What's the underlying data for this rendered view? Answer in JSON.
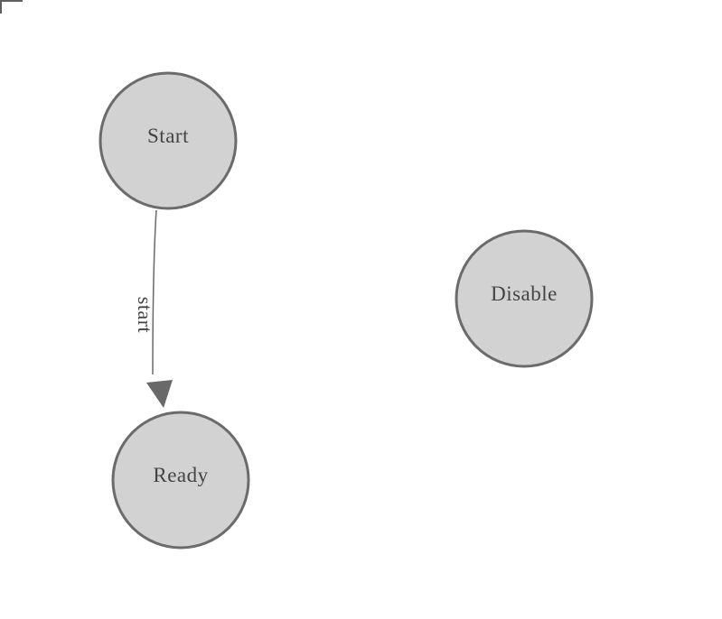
{
  "diagram": {
    "nodes": [
      {
        "id": "start",
        "label": "Start"
      },
      {
        "id": "ready",
        "label": "Ready"
      },
      {
        "id": "disable",
        "label": "Disable"
      }
    ],
    "edges": [
      {
        "from": "start",
        "to": "ready",
        "label": "start"
      }
    ],
    "colors": {
      "background": "#ffffff",
      "node_fill": "#d2d2d2",
      "node_stroke": "#6b6b6b",
      "node_text": "#444444",
      "edge_stroke": "#696969",
      "edge_arrow_fill": "#696969",
      "edge_label_text": "#444444",
      "corner_mark": "#5f5f5f"
    }
  }
}
